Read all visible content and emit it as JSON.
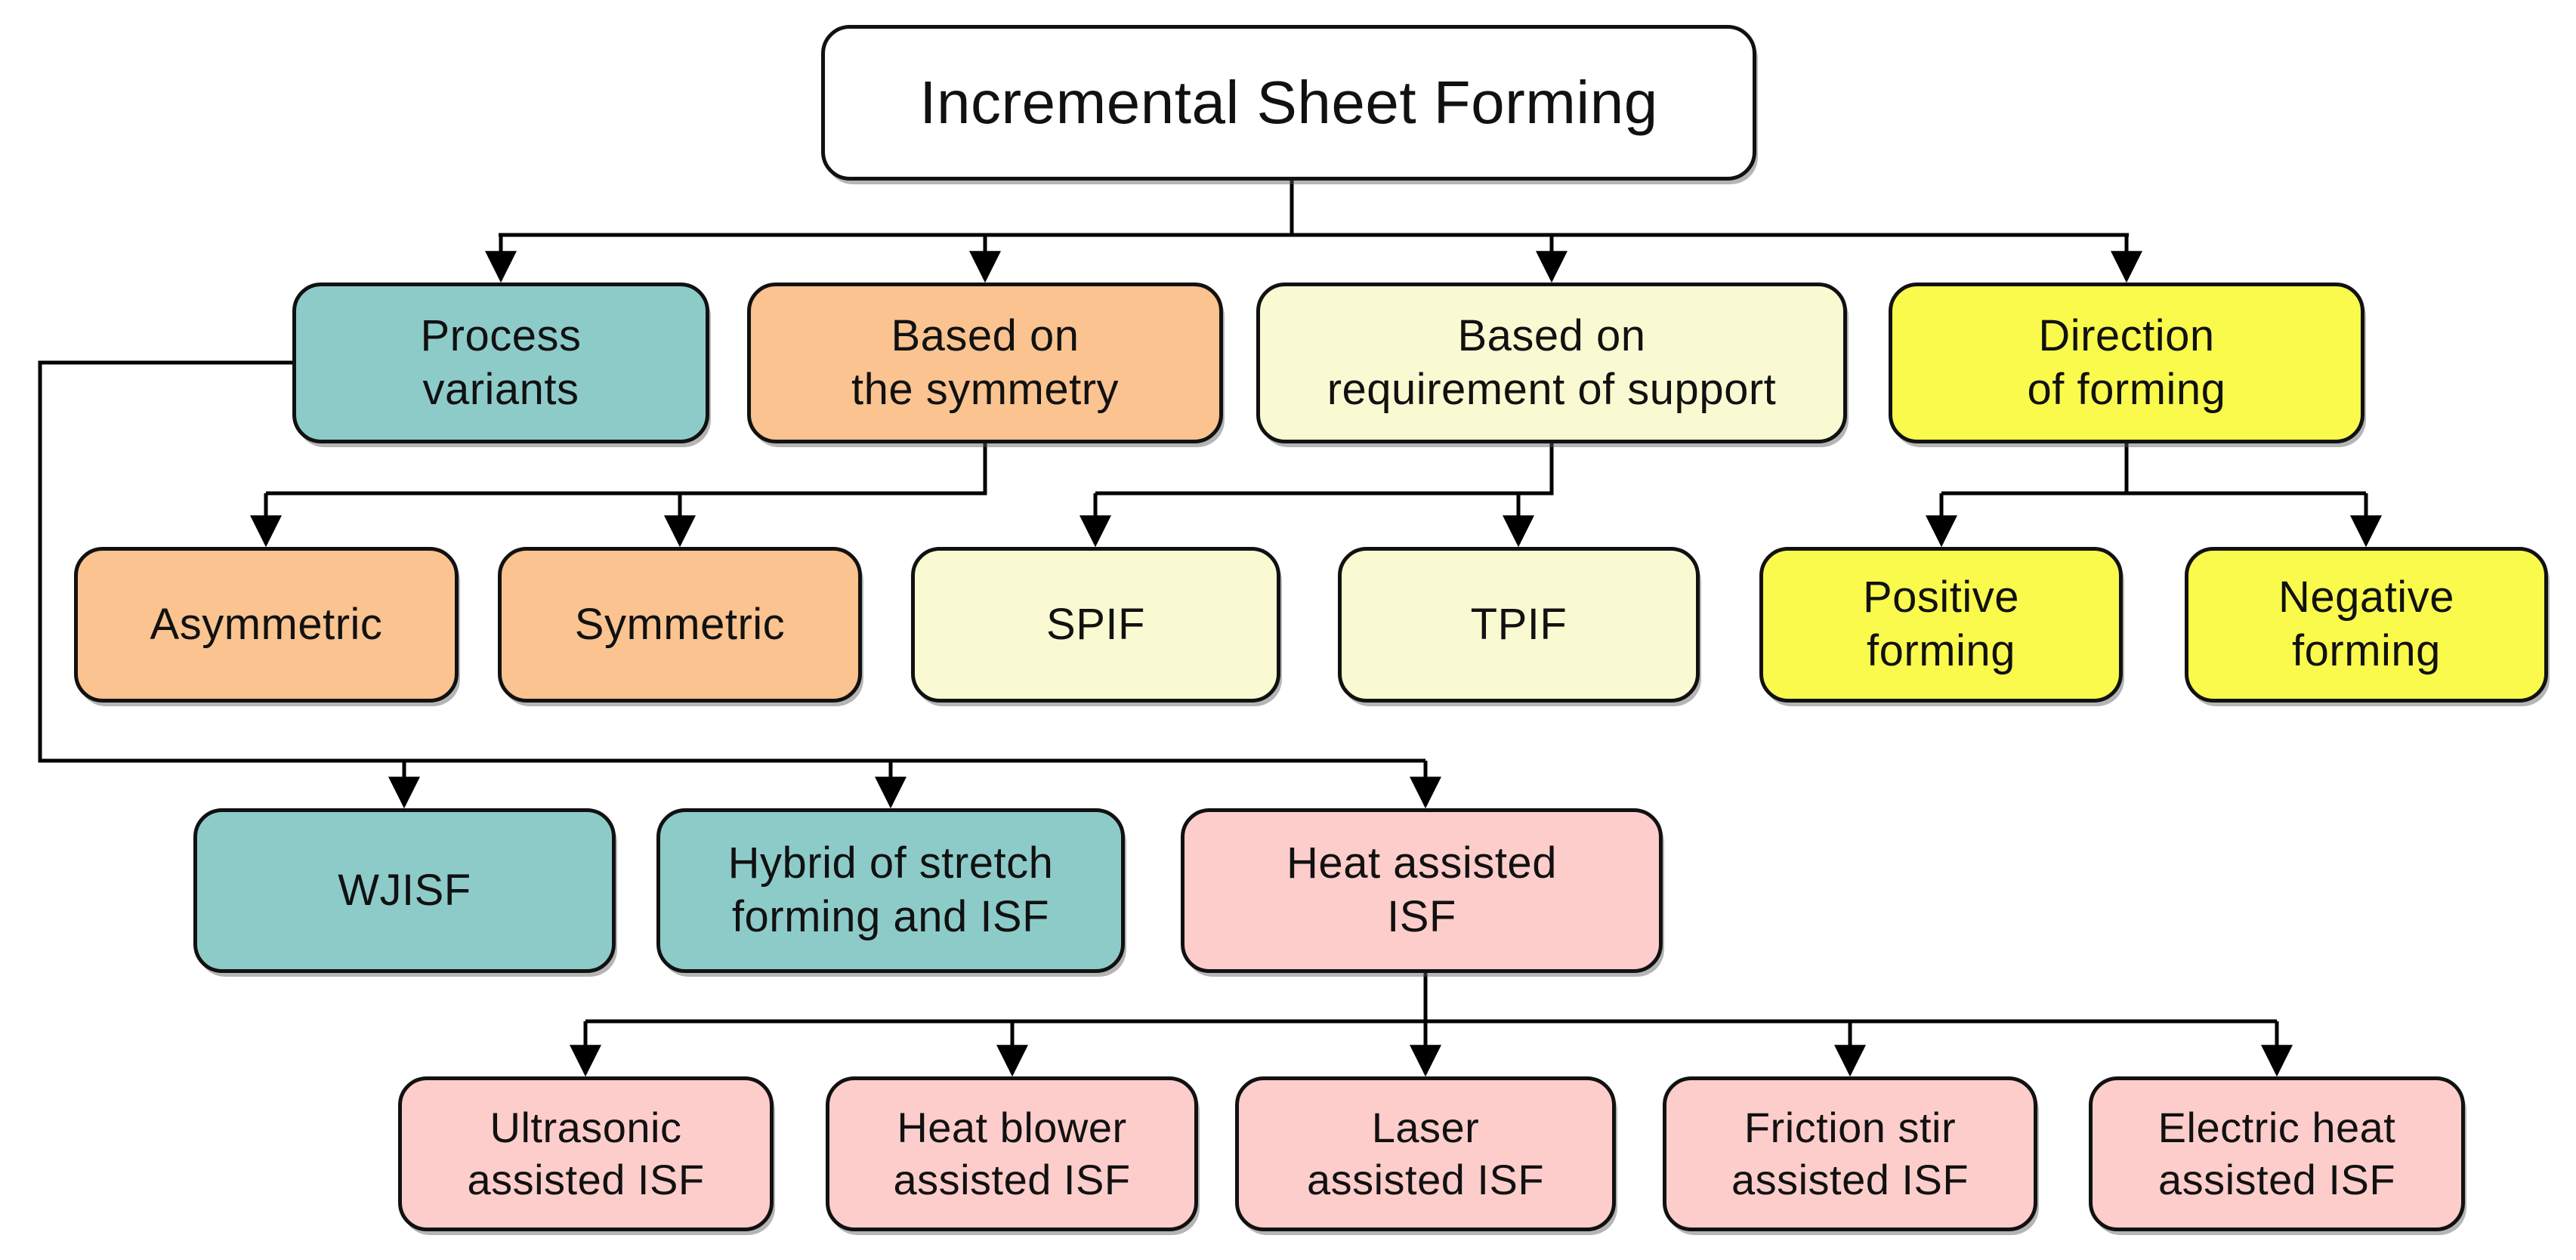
{
  "line_color": "#000000",
  "palette": {
    "white": "#FFFFFF",
    "teal": "#8DCBC9",
    "orange": "#FAC38F",
    "cream": "#FAFAD2",
    "yellow": "#FAFA4D",
    "pink": "#FCCDCB"
  },
  "nodes": {
    "root": {
      "label": "Incremental Sheet Forming",
      "fill": "#FFFFFF"
    },
    "process_variants": {
      "label": "Process\nvariants",
      "fill": "#8DCBC9"
    },
    "based_symmetry": {
      "label": "Based on\nthe symmetry",
      "fill": "#FAC38F"
    },
    "based_support": {
      "label": "Based on\nrequirement of support",
      "fill": "#FAFAD2"
    },
    "direction_forming": {
      "label": "Direction\nof forming",
      "fill": "#FAFA4D"
    },
    "asymmetric": {
      "label": "Asymmetric",
      "fill": "#FAC38F"
    },
    "symmetric": {
      "label": "Symmetric",
      "fill": "#FAC38F"
    },
    "spif": {
      "label": "SPIF",
      "fill": "#FAFAD2"
    },
    "tpif": {
      "label": "TPIF",
      "fill": "#FAFAD2"
    },
    "positive_forming": {
      "label": "Positive\nforming",
      "fill": "#FAFA4D"
    },
    "negative_forming": {
      "label": "Negative\nforming",
      "fill": "#FAFA4D"
    },
    "wjisf": {
      "label": "WJISF",
      "fill": "#8DCBC9"
    },
    "hybrid_stretch_isf": {
      "label": "Hybrid of stretch\nforming and ISF",
      "fill": "#8DCBC9"
    },
    "heat_assisted_isf": {
      "label": "Heat assisted\nISF",
      "fill": "#FCCDCB"
    },
    "ultrasonic_isf": {
      "label": "Ultrasonic\nassisted ISF",
      "fill": "#FCCDCB"
    },
    "heat_blower_isf": {
      "label": "Heat blower\nassisted ISF",
      "fill": "#FCCDCB"
    },
    "laser_isf": {
      "label": "Laser\nassisted ISF",
      "fill": "#FCCDCB"
    },
    "friction_stir_isf": {
      "label": "Friction stir\nassisted ISF",
      "fill": "#FCCDCB"
    },
    "electric_heat_isf": {
      "label": "Electric heat\nassisted ISF",
      "fill": "#FCCDCB"
    }
  }
}
